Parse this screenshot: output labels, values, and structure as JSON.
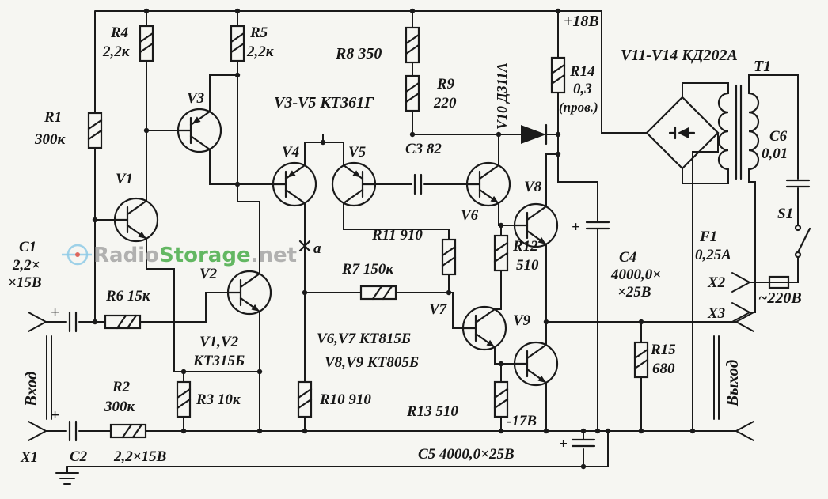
{
  "resistors": {
    "r1": {
      "name": "R1",
      "value": "300к"
    },
    "r2": {
      "name": "R2",
      "value": "300к"
    },
    "r3": {
      "label": "R3 10к"
    },
    "r4": {
      "name": "R4",
      "value": "2,2к"
    },
    "r5": {
      "name": "R5",
      "value": "2,2к"
    },
    "r6": {
      "label": "R6 15к"
    },
    "r7": {
      "label": "R7 150к"
    },
    "r8": {
      "label": "R8 350"
    },
    "r9": {
      "name": "R9",
      "value": "220"
    },
    "r10": {
      "label": "R10 910"
    },
    "r11": {
      "label": "R11 910"
    },
    "r12": {
      "name": "R12",
      "value": "510"
    },
    "r13": {
      "label": "R13 510"
    },
    "r14": {
      "name": "R14",
      "value": "0,3",
      "note": "(пров.)"
    },
    "r15": {
      "name": "R15",
      "value": "680"
    }
  },
  "capacitors": {
    "c1": {
      "name": "С1",
      "value_line1": "2,2×",
      "value_line2": "×15В"
    },
    "c2": {
      "name": "С2",
      "value": "2,2×15В"
    },
    "c3": {
      "label": "С3 82"
    },
    "c4": {
      "name": "C4",
      "value_line1": "4000,0×",
      "value_line2": "×25В"
    },
    "c5": {
      "label": "С5  4000,0×25В"
    },
    "c6": {
      "name": "С6",
      "value": "0,01"
    },
    "plus_sign": "+"
  },
  "transistors": {
    "v1": "V1",
    "v2": "V2",
    "v3": "V3",
    "v4": "V4",
    "v5": "V5",
    "v6": "V6",
    "v7": "V7",
    "v8": "V8",
    "v9": "V9",
    "group_v3_v5": "V3-V5  КТ361Г",
    "group_v1_v2_line1": "V1,V2",
    "group_v1_v2_line2": "КТ315Б",
    "group_v6_v7": "V6,V7  КТ815Б",
    "group_v8_v9": "V8,V9  КТ805Б"
  },
  "diodes": {
    "v10": "V10 Д311А",
    "bridge": "V11-V14  КД202А"
  },
  "transformer": {
    "t1": "T1"
  },
  "fuse": {
    "name": "F1",
    "value": "0,25А"
  },
  "switch": {
    "s1": "S1"
  },
  "power": {
    "positive_rail": "+18В",
    "negative_rail": "-17В",
    "mains": "~220В"
  },
  "terminals": {
    "x1": "X1",
    "x2": "X2",
    "x3": "X3",
    "input": "Вход",
    "output": "Выход"
  },
  "test_point": {
    "label": "а"
  },
  "watermark": {
    "part1": "Radio",
    "part2": "Storage",
    "part3": ".net",
    "color_part1": "#a0a0a0",
    "color_part2": "#3fa83f",
    "color_accent": "#e05a4e"
  },
  "colors": {
    "ink": "#1a1a1a",
    "background": "#f6f6f2"
  }
}
